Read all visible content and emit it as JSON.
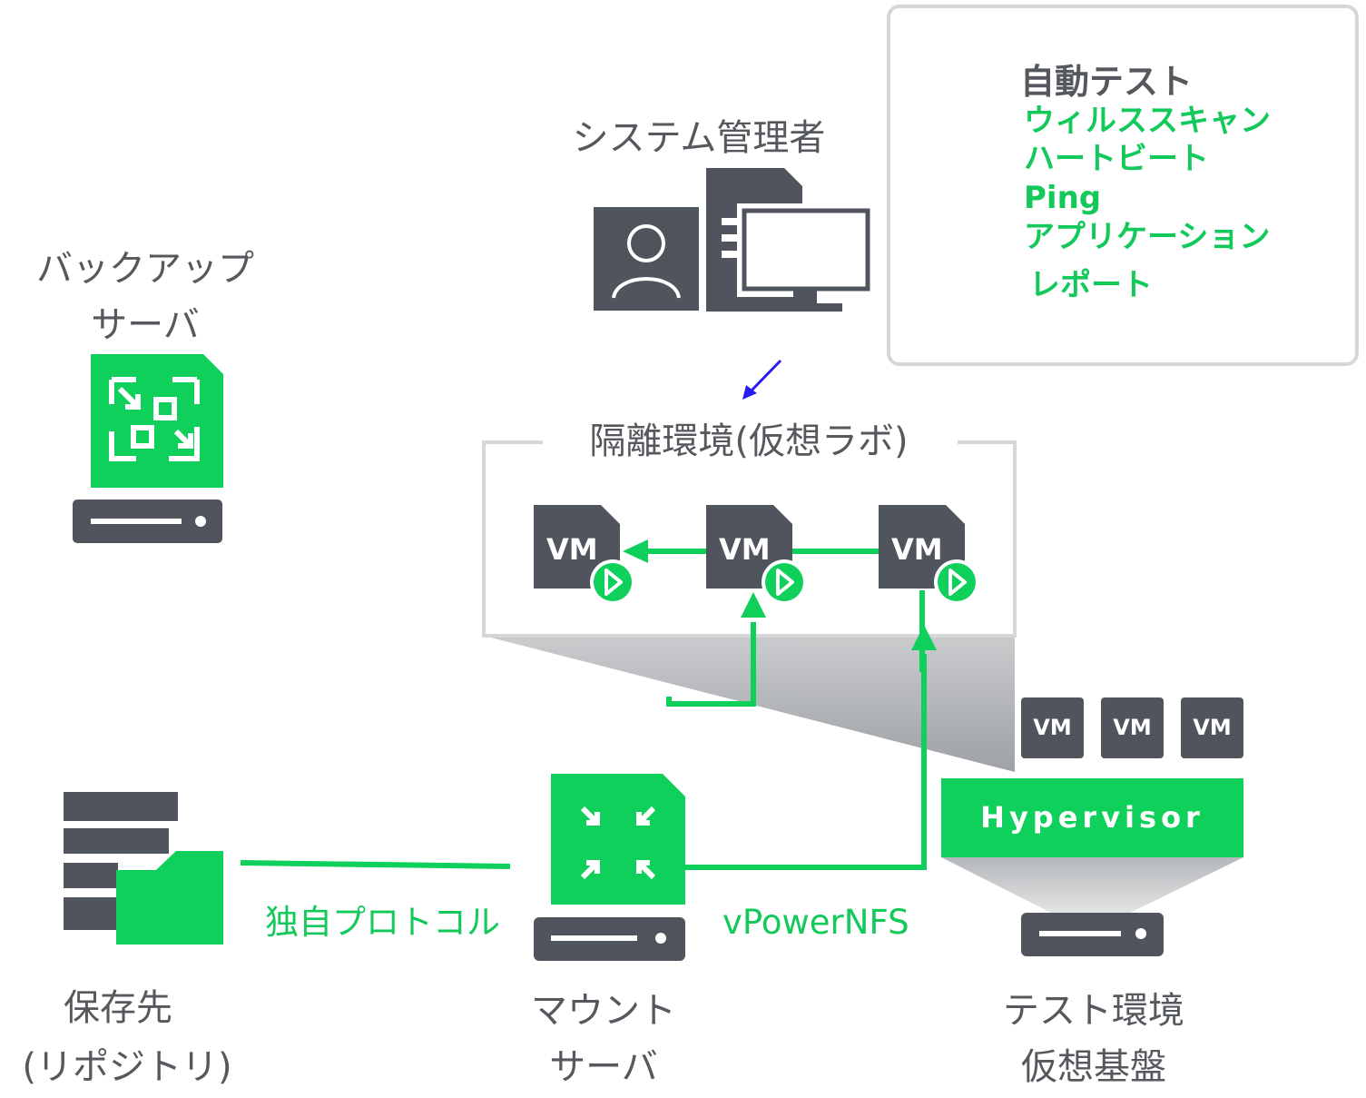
{
  "colors": {
    "accent_green": "#12c95a",
    "dark_gray": "#50555d",
    "light_gray": "#d4d6d8",
    "pointer_blue": "#2a1cf0"
  },
  "admin": {
    "label": "システム管理者",
    "icon": "admin-workstation-icon"
  },
  "backup_server": {
    "label_line1": "バックアップ",
    "label_line2": "サーバ",
    "icon": "backup-server-icon"
  },
  "auto_test": {
    "title": "自動テスト",
    "items": [
      {
        "label": "ウィルススキャン",
        "icon": "check-icon"
      },
      {
        "label": "ハートビート",
        "icon": "check-icon"
      },
      {
        "label": "Ping",
        "icon": "check-icon"
      },
      {
        "label": "アプリケーション",
        "icon": "check-icon"
      },
      {
        "label": "レポート",
        "icon": "mail-icon"
      }
    ]
  },
  "virtual_lab": {
    "label": "隔離環境(仮想ラボ)",
    "vms": [
      {
        "label": "VM"
      },
      {
        "label": "VM"
      },
      {
        "label": "VM"
      }
    ]
  },
  "test_environment": {
    "vms": [
      {
        "label": "VM"
      },
      {
        "label": "VM"
      },
      {
        "label": "VM"
      }
    ],
    "hypervisor": "Hypervisor",
    "label_line1": "テスト環境",
    "label_line2": "仮想基盤"
  },
  "repository": {
    "label_line1": "保存先",
    "label_line2": "(リポジトリ)",
    "icon": "repository-folder-icon"
  },
  "mount_server": {
    "label_line1": "マウント",
    "label_line2": "サーバ",
    "icon": "mount-server-icon"
  },
  "connections": {
    "protocol_label": "独自プロトコル",
    "nfs_label": "vPowerNFS"
  }
}
